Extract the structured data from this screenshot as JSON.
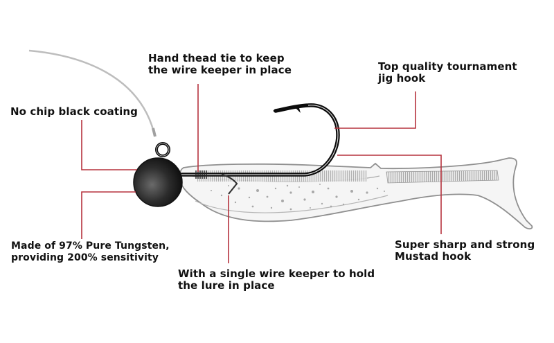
{
  "title": "Tungsten jig head with soft plastic swimbait — feature callouts",
  "leader_color": "#b5323d",
  "head_color": "#2a2a2a",
  "lure_fill": "#f4f4f4",
  "line_color": "#bdbdbd",
  "callouts": {
    "thread_tie": {
      "line1": "Hand thead tie to keep",
      "line2": "the wire keeper in place"
    },
    "hook": {
      "line1": "Top quality tournament",
      "line2": "jig hook"
    },
    "coating": {
      "line1": "No chip black coating"
    },
    "tungsten": {
      "line1": "Made of 97% Pure Tungsten,",
      "line2": "providing 200% sensitivity"
    },
    "keeper": {
      "line1": "With a single wire keeper to hold",
      "line2": "the lure in place"
    },
    "mustad": {
      "line1": "Super sharp and strong",
      "line2": "Mustad hook"
    }
  }
}
